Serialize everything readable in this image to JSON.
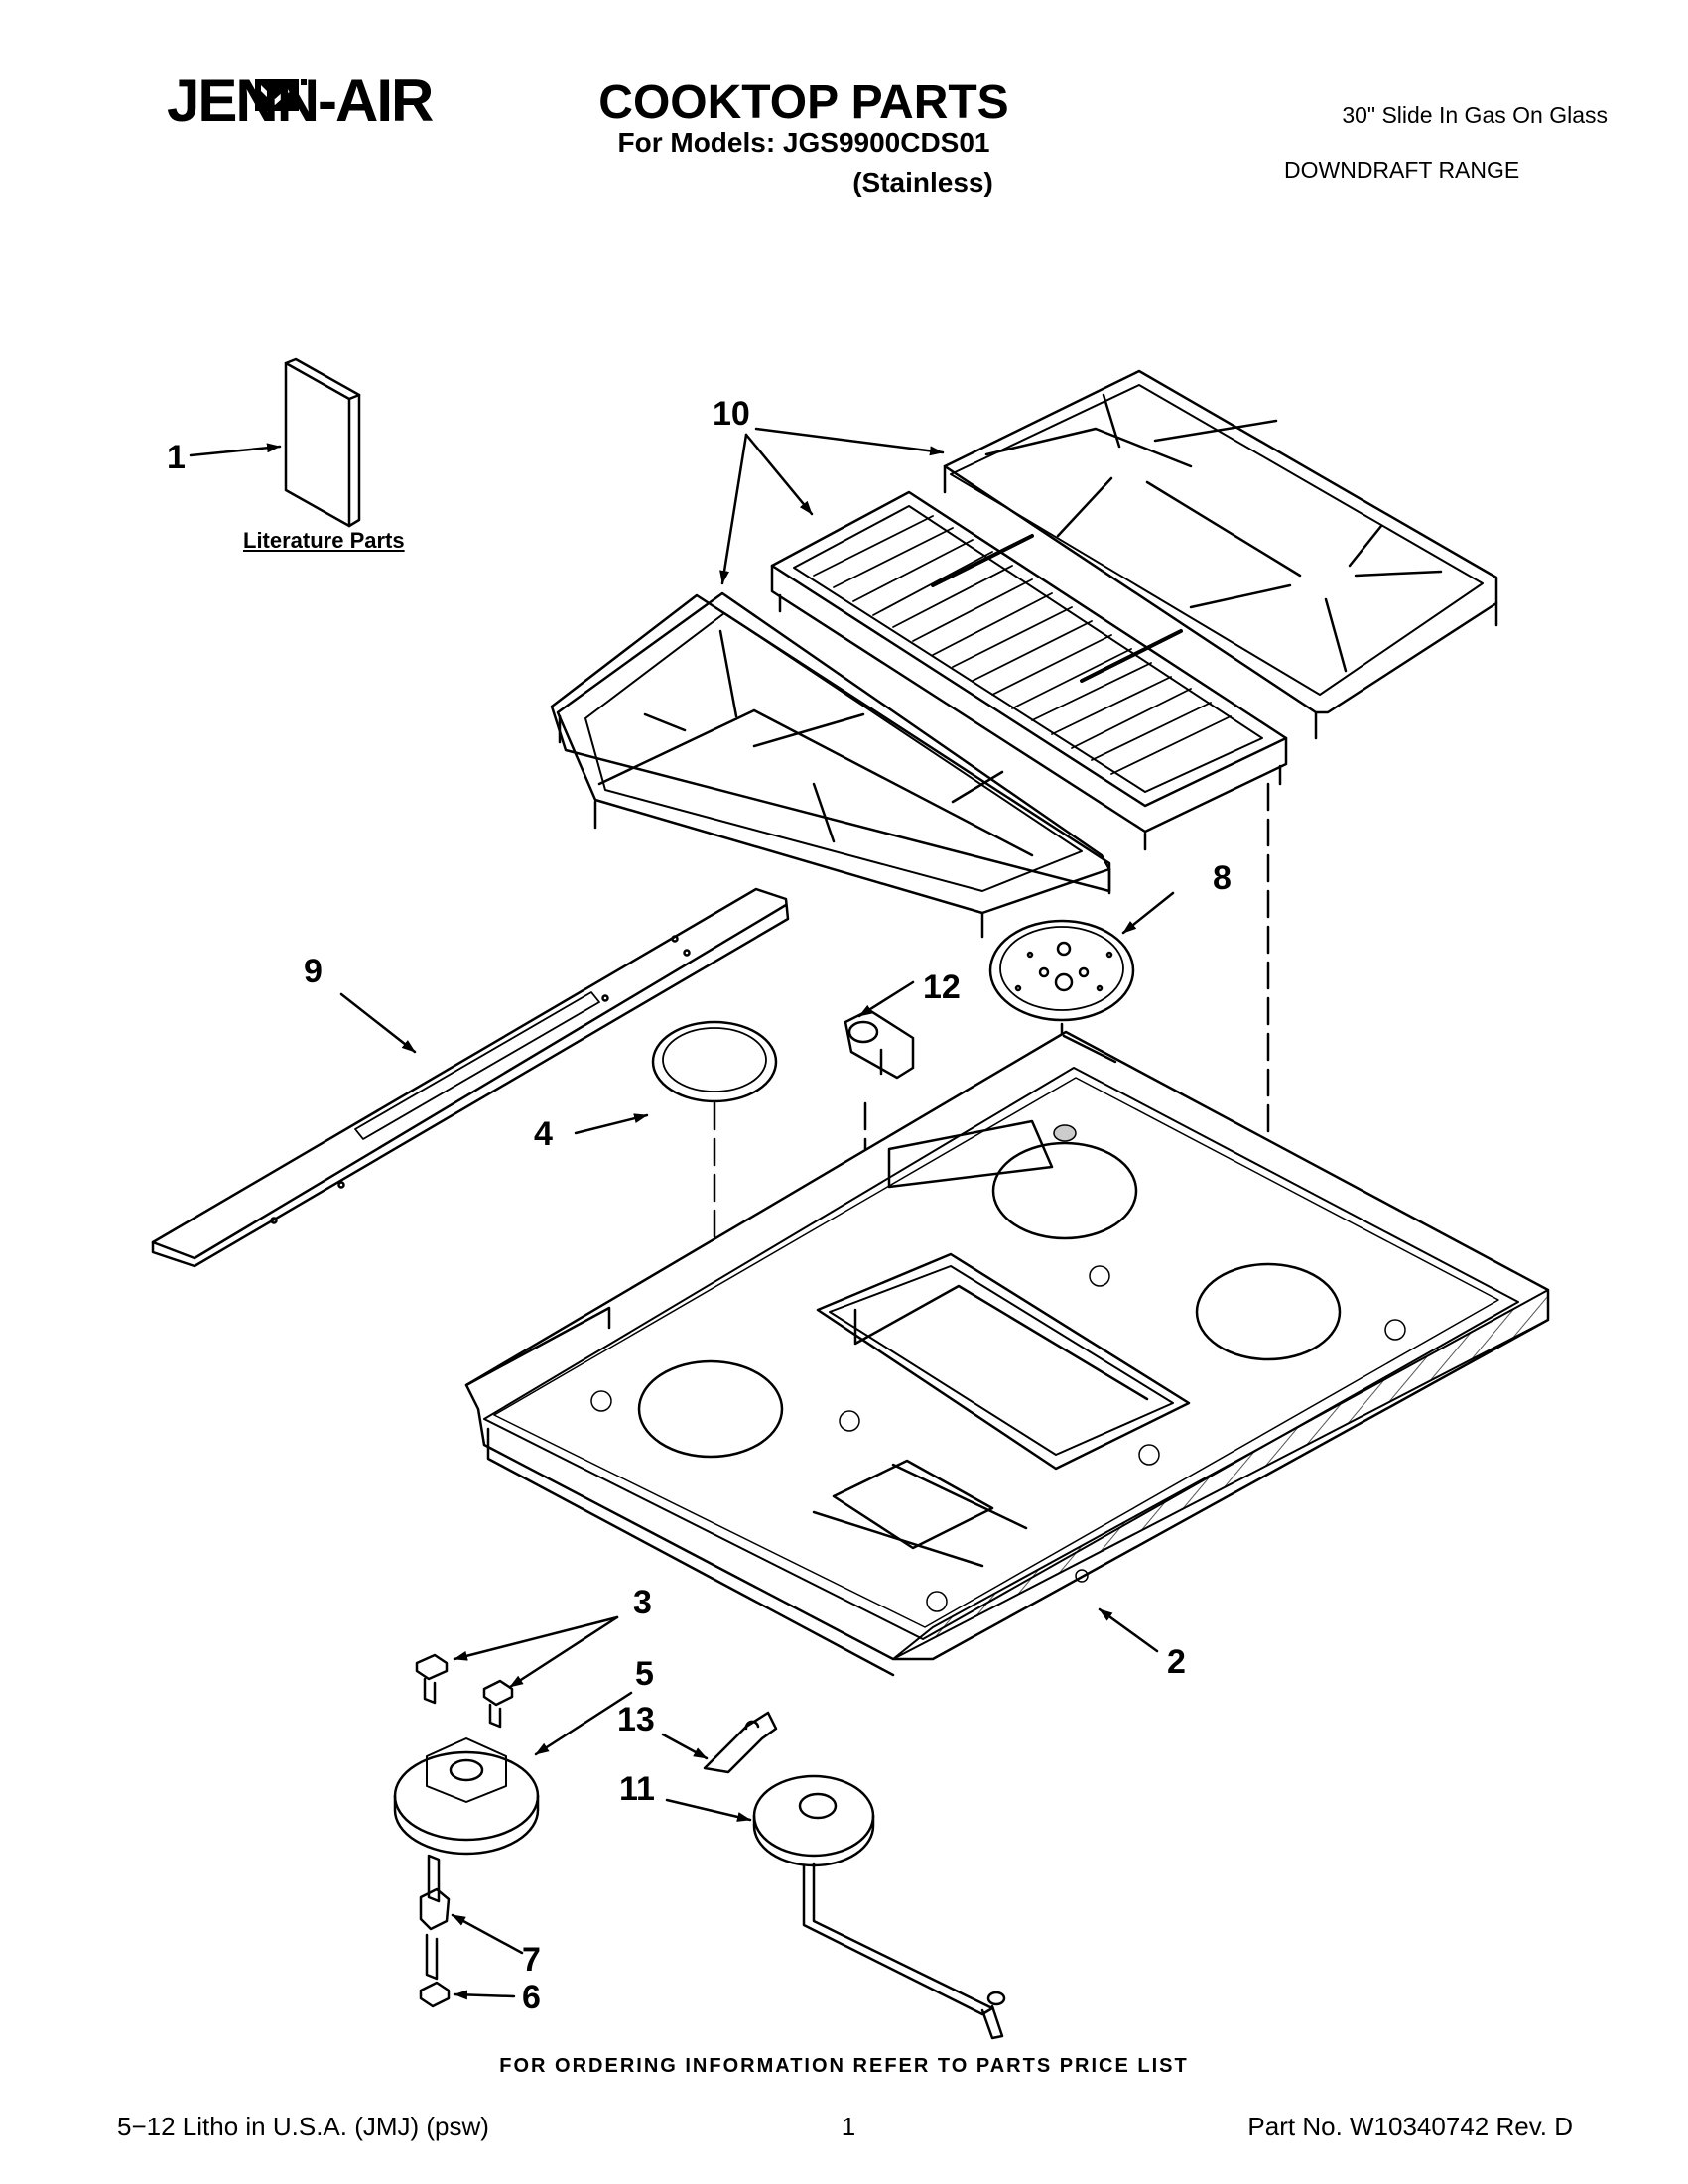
{
  "header": {
    "brand": "JENN-AIR",
    "title": "COOKTOP PARTS",
    "models": "For Models: JGS9900CDS01",
    "finish": "(Stainless)",
    "desc_line1": "30\" Slide In Gas On Glass",
    "desc_line2": "DOWNDRAFT RANGE"
  },
  "diagram": {
    "literature_label": "Literature Parts",
    "callouts": [
      "1",
      "2",
      "3",
      "4",
      "5",
      "6",
      "7",
      "8",
      "9",
      "10",
      "11",
      "12",
      "13"
    ]
  },
  "footer": {
    "ordering": "FOR ORDERING INFORMATION REFER TO PARTS PRICE LIST",
    "litho": "5−12 Litho in U.S.A. (JMJ) (psw)",
    "page": "1",
    "part_no": "Part No. W10340742 Rev. D"
  },
  "colors": {
    "ink": "#000000",
    "paper": "#ffffff",
    "hatch": "#555555"
  }
}
